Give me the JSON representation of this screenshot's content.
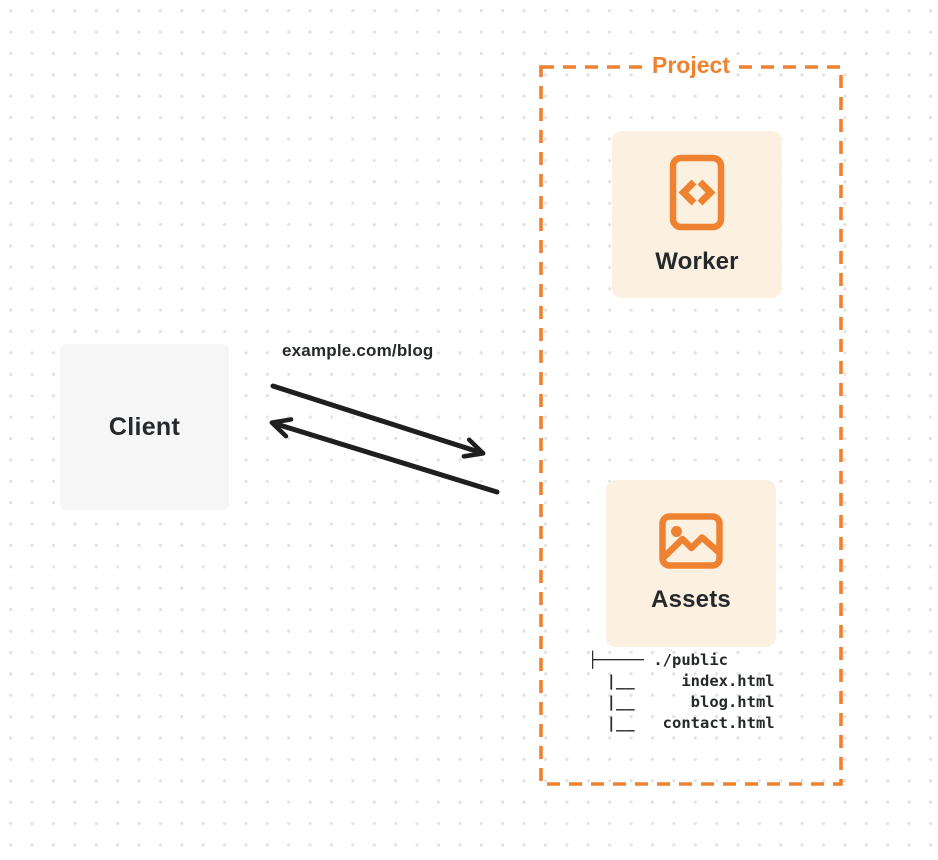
{
  "colors": {
    "accent_orange": "#EE8230",
    "card_bg": "#FCF0E1",
    "client_bg": "#F6F6F7",
    "text_dark": "#26292C",
    "arrow": "#1F1F1F",
    "dot": "#E4E4E4"
  },
  "client": {
    "label": "Client"
  },
  "request": {
    "url_label": "example.com/blog"
  },
  "arrows": [
    {
      "name": "request-arrow",
      "direction": "client-to-project"
    },
    {
      "name": "response-arrow",
      "direction": "project-to-client"
    }
  ],
  "project": {
    "label": "Project",
    "worker": {
      "label": "Worker",
      "icon": "code-file-icon"
    },
    "assets": {
      "label": "Assets",
      "icon": "image-icon"
    },
    "file_tree": {
      "lines": [
        "├───── ./public",
        "  |__     index.html",
        "  |__      blog.html",
        "  |__   contact.html"
      ]
    }
  }
}
